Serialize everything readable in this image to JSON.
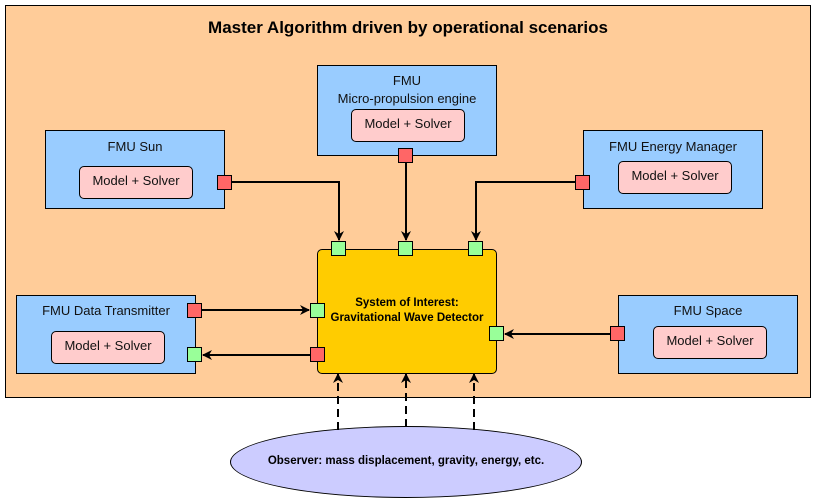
{
  "diagram": {
    "title": "Master Algorithm driven by operational scenarios",
    "colors": {
      "container": "#ffcc99",
      "fmu_box": "#99ccff",
      "solver_box": "#ffcccc",
      "output_port": "#ff6666",
      "input_port": "#99ff99",
      "system_of_interest": "#ffcc00",
      "observer": "#ccccff"
    },
    "fmus": {
      "sun": {
        "label": "FMU Sun",
        "solver": "Model + Solver"
      },
      "propulsion": {
        "label_line1": "FMU",
        "label_line2": "Micro-propulsion engine",
        "solver": "Model + Solver"
      },
      "energy": {
        "label": "FMU Energy Manager",
        "solver": "Model + Solver"
      },
      "transmitter": {
        "label": "FMU Data Transmitter",
        "solver": "Model + Solver"
      },
      "space": {
        "label": "FMU Space",
        "solver": "Model + Solver"
      }
    },
    "system_of_interest": {
      "line1": "System of Interest:",
      "line2": "Gravitational Wave Detector"
    },
    "observer": {
      "label": "Observer: mass displacement, gravity, energy, etc."
    },
    "connections": [
      {
        "from": "FMU Sun",
        "to": "System of Interest",
        "style": "solid"
      },
      {
        "from": "FMU Micro-propulsion engine",
        "to": "System of Interest",
        "style": "solid"
      },
      {
        "from": "FMU Energy Manager",
        "to": "System of Interest",
        "style": "solid"
      },
      {
        "from": "FMU Data Transmitter",
        "to": "System of Interest",
        "style": "solid"
      },
      {
        "from": "System of Interest",
        "to": "FMU Data Transmitter",
        "style": "solid"
      },
      {
        "from": "FMU Space",
        "to": "System of Interest",
        "style": "solid"
      },
      {
        "from": "Observer",
        "to": "System of Interest",
        "style": "dashed",
        "count": 3
      }
    ]
  }
}
